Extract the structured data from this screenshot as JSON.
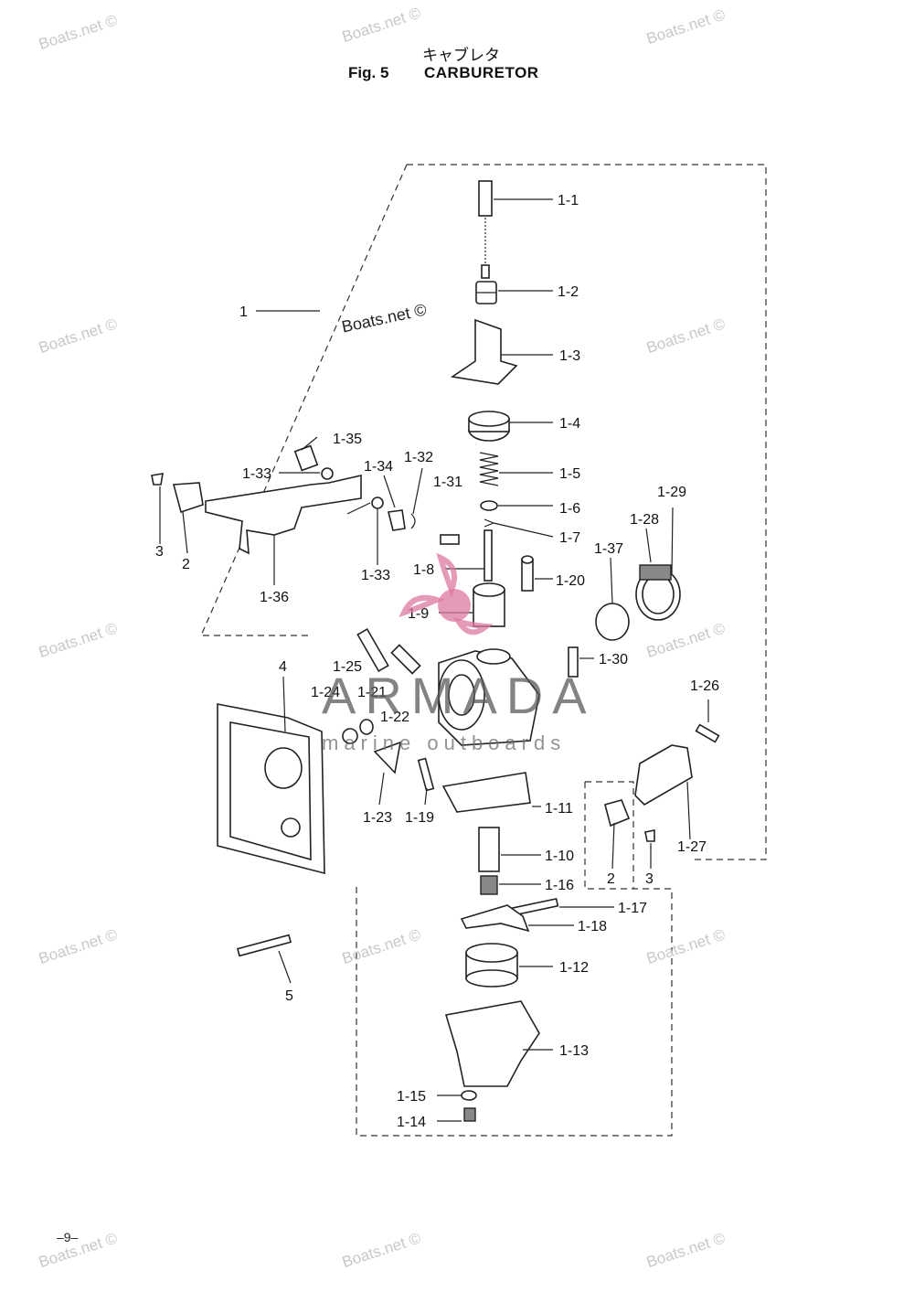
{
  "header": {
    "title_jp": "キャブレタ",
    "fig_number": "Fig. 5",
    "title_en": "CARBURETOR"
  },
  "page_number": "–9–",
  "watermarks": {
    "site": "Boats.net ©",
    "brand": "ARMADA",
    "brand_sub": "marine outboards"
  },
  "labels": {
    "p1": "1",
    "p1_1": "1-1",
    "p1_2": "1-2",
    "p1_3": "1-3",
    "p1_4": "1-4",
    "p1_5": "1-5",
    "p1_6": "1-6",
    "p1_7": "1-7",
    "p1_8": "1-8",
    "p1_9": "1-9",
    "p1_10": "1-10",
    "p1_11": "1-11",
    "p1_12": "1-12",
    "p1_13": "1-13",
    "p1_14": "1-14",
    "p1_15": "1-15",
    "p1_16": "1-16",
    "p1_17": "1-17",
    "p1_18": "1-18",
    "p1_19": "1-19",
    "p1_20": "1-20",
    "p1_21": "1-21",
    "p1_22": "1-22",
    "p1_23": "1-23",
    "p1_24": "1-24",
    "p1_25": "1-25",
    "p1_26": "1-26",
    "p1_27": "1-27",
    "p1_28": "1-28",
    "p1_29": "1-29",
    "p1_30": "1-30",
    "p1_31": "1-31",
    "p1_32": "1-32",
    "p1_33a": "1-33",
    "p1_33b": "1-33",
    "p1_34": "1-34",
    "p1_35": "1-35",
    "p1_36": "1-36",
    "p1_37": "1-37",
    "p2a": "2",
    "p2b": "2",
    "p3a": "3",
    "p3b": "3",
    "p4": "4",
    "p5": "5"
  }
}
